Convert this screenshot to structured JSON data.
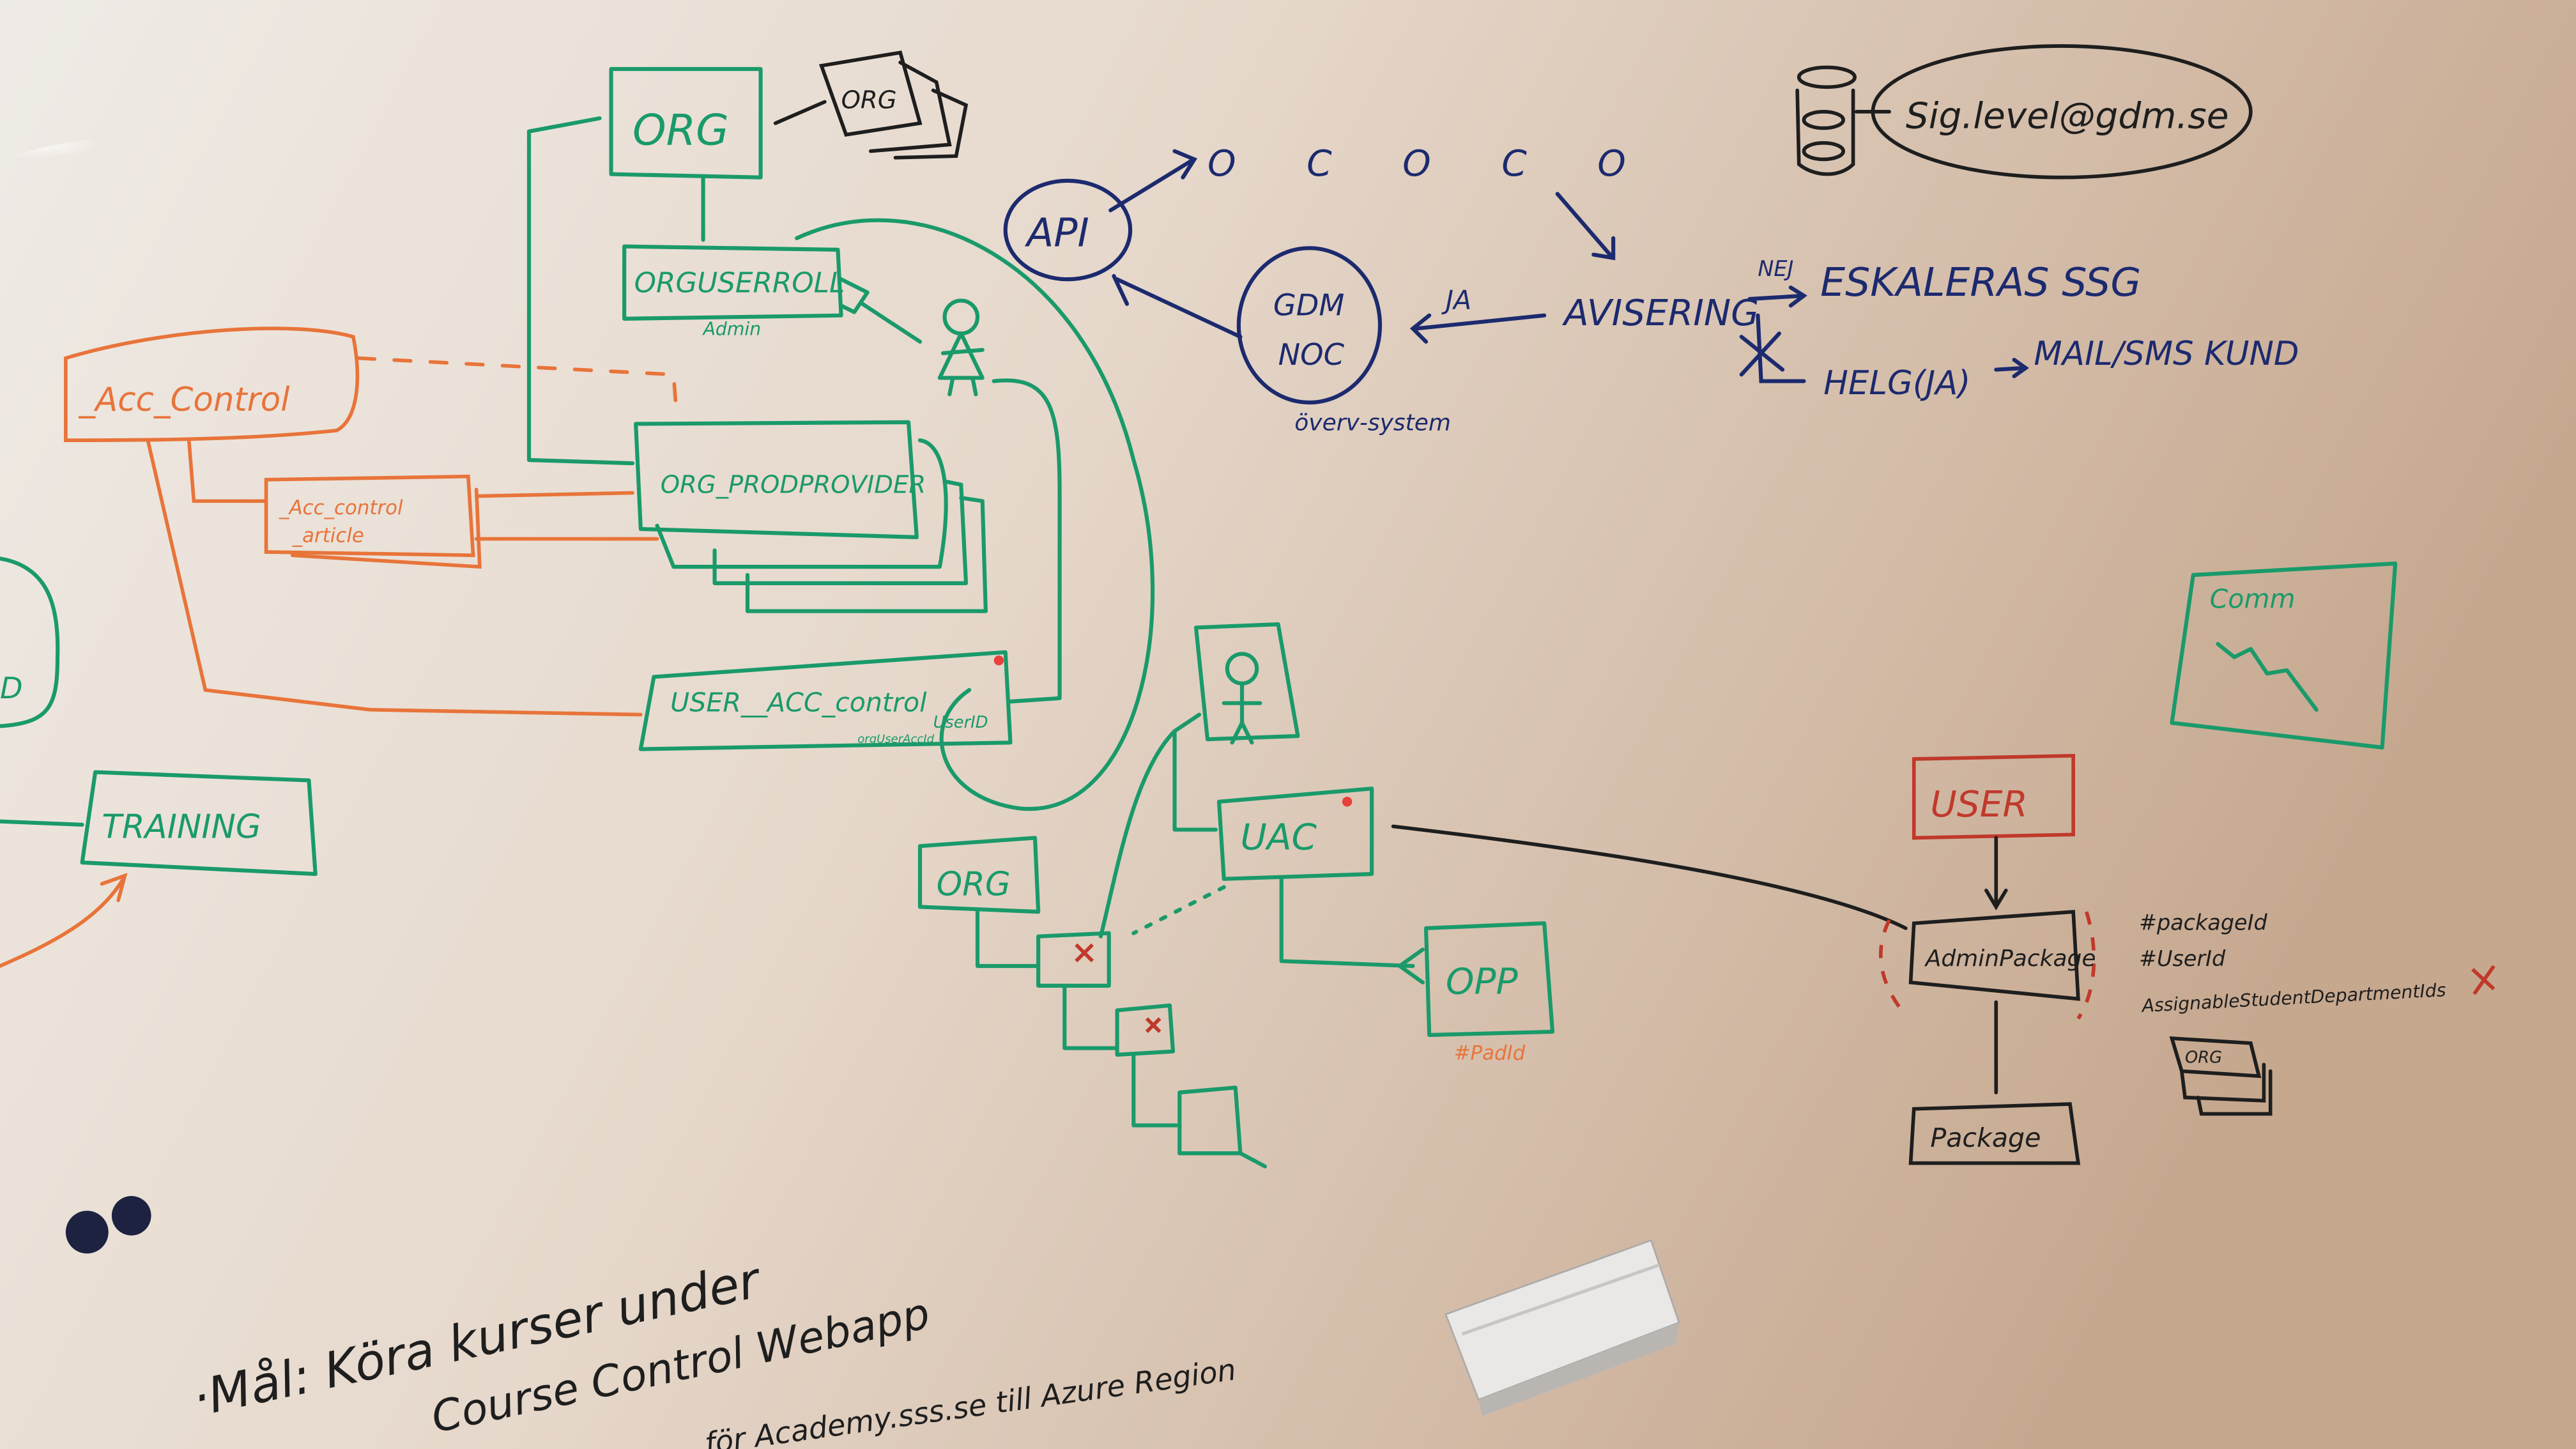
{
  "colors": {
    "green": "#1a9a6a",
    "orange": "#e8743a",
    "navy": "#1c2a6e",
    "black": "#1e1e1e",
    "red": "#c0392b"
  },
  "green_model": {
    "org": "ORG",
    "org_doc": "ORG",
    "org_user_roll": "ORGUSERROLL",
    "org_user_roll_sub": "Admin",
    "org_prodprovider": "ORG_PRODPROVIDER",
    "user_acc_control": "USER__ACC_control",
    "user_acc_control_fields": [
      "UserID",
      "orgUserAccId"
    ],
    "training": "TRAINING",
    "left_partial": "D"
  },
  "orange_model": {
    "acc_control": "_Acc_Control",
    "acc_control_article_1": "_Acc_control",
    "acc_control_article_2": "_article"
  },
  "flow": {
    "api": "API",
    "sequence": "O C O C O",
    "gdm_noc_1": "GDM",
    "gdm_noc_2": "NOC",
    "gdm_noc_sub": "överv-system",
    "ja": "JA",
    "avisering": "AVISERING",
    "nej": "NEJ",
    "eskaleras": "ESKALERAS SSG",
    "helg": "HELG(JA)",
    "mail_sms": "MAIL/SMS KUND",
    "email": "Sig.level@gdm.se"
  },
  "lower_model": {
    "org": "ORG",
    "uac": "UAC",
    "opp": "OPP",
    "opp_sub": "#PadId",
    "comm": "Comm"
  },
  "package_model": {
    "user": "USER",
    "admin_package": "AdminPackage",
    "package": "Package",
    "fields": [
      "#packageId",
      "#UserId",
      "AssignableStudentDepartmentIds"
    ],
    "doc": "ORG"
  },
  "notes": {
    "line1": "·Mål: Köra kurser under",
    "line2": "Course Control Webapp",
    "line3": "för Academy.sss.se till Azure Region"
  }
}
